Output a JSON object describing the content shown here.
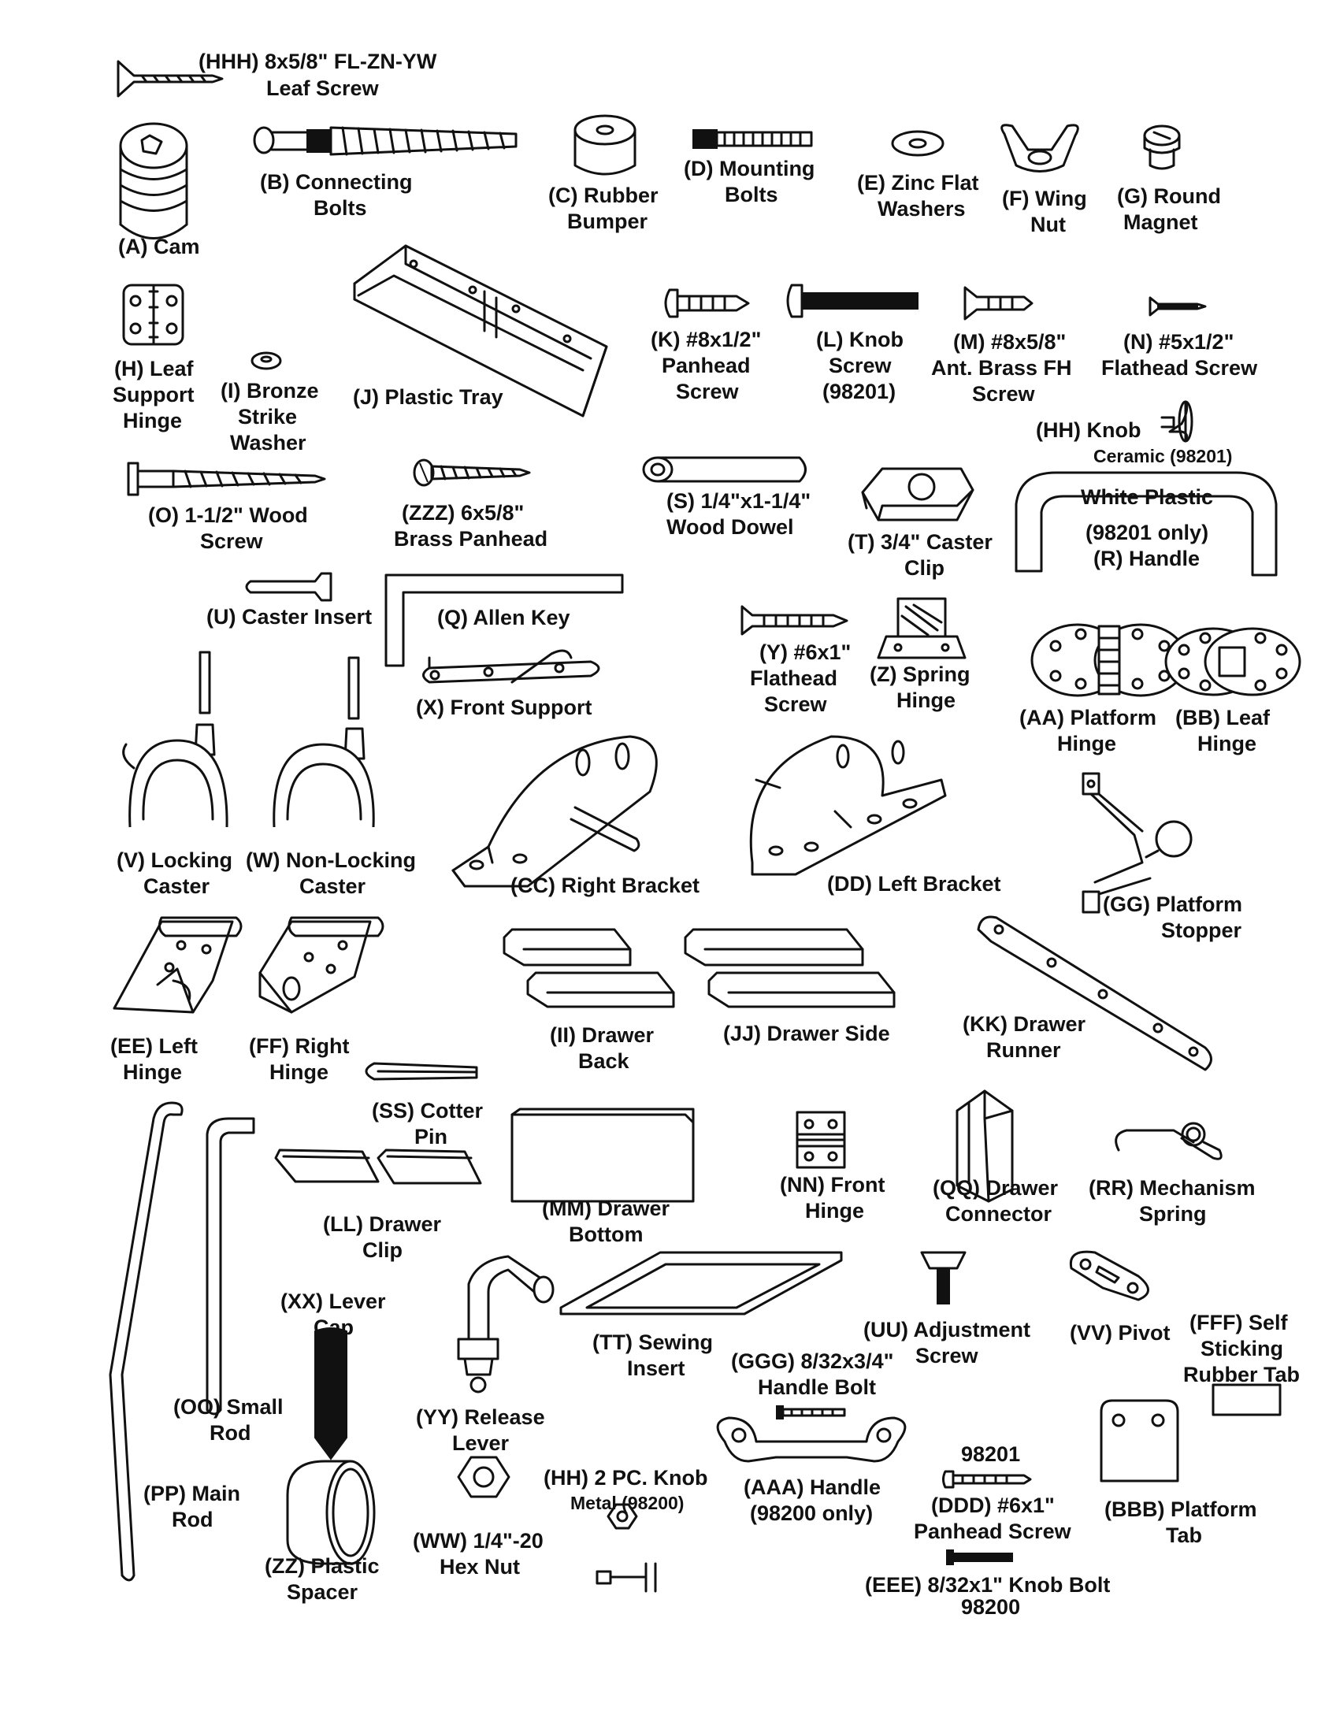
{
  "parts": {
    "HHH": {
      "text": "(HHH) 8x5/8\" FL-ZN-YW",
      "text2": "Leaf Screw",
      "icon": "flat-screw-icon"
    },
    "A": {
      "text": "(A) Cam",
      "icon": "cam-icon"
    },
    "B": {
      "text": "(B) Connecting",
      "text2": "Bolts",
      "icon": "connecting-bolt-icon"
    },
    "C": {
      "text": "(C) Rubber",
      "text2": "Bumper",
      "icon": "rubber-bumper-icon"
    },
    "D": {
      "text": "(D) Mounting",
      "text2": "Bolts",
      "icon": "mounting-bolt-icon"
    },
    "E": {
      "text": "(E) Zinc Flat",
      "text2": "Washers",
      "icon": "washer-icon"
    },
    "F": {
      "text": "(F) Wing",
      "text2": "Nut",
      "icon": "wing-nut-icon"
    },
    "G": {
      "text": "(G) Round",
      "text2": "Magnet",
      "icon": "magnet-icon"
    },
    "H": {
      "text": "(H) Leaf",
      "text2": "Support",
      "text3": "Hinge",
      "icon": "hinge-icon"
    },
    "I": {
      "text": "(I) Bronze",
      "text2": "Strike",
      "text3": "Washer",
      "icon": "washer-icon"
    },
    "J": {
      "text": "(J) Plastic Tray",
      "icon": "tray-icon"
    },
    "K": {
      "text": "(K) #8x1/2\"",
      "text2": "Panhead",
      "text3": "Screw",
      "icon": "pan-screw-icon"
    },
    "L": {
      "text": "(L) Knob",
      "text2": "Screw",
      "text3": "(98201)",
      "icon": "pan-screw-icon"
    },
    "M": {
      "text": "(M) #8x5/8\"",
      "text2": "Ant. Brass FH",
      "text3": "Screw",
      "icon": "flat-screw-icon"
    },
    "N": {
      "text": "(N) #5x1/2\"",
      "text2": "Flathead Screw",
      "icon": "flat-screw-icon"
    },
    "HH_ceramic": {
      "text": "(HH) Knob",
      "text2": "Ceramic (98201)",
      "icon": "knob-icon"
    },
    "O": {
      "text": "(O) 1-1/2\" Wood",
      "text2": "Screw",
      "icon": "wood-screw-icon"
    },
    "ZZZ": {
      "text": "(ZZZ) 6x5/8\"",
      "text2": "Brass Panhead",
      "icon": "pan-screw-icon"
    },
    "S": {
      "text": "(S) 1/4\"x1-1/4\"",
      "text2": "Wood Dowel",
      "icon": "dowel-icon"
    },
    "T": {
      "text": "(T) 3/4\" Caster",
      "text2": "Clip",
      "icon": "caster-clip-icon"
    },
    "R": {
      "text": "White Plastic",
      "text2": "(98201 only)",
      "text3": "(R) Handle",
      "icon": "handle-icon"
    },
    "U": {
      "text": "(U) Caster Insert",
      "icon": "caster-insert-icon"
    },
    "Q": {
      "text": "(Q) Allen Key",
      "icon": "allen-key-icon"
    },
    "X": {
      "text": "(X) Front Support",
      "icon": "front-support-icon"
    },
    "Y": {
      "text": "(Y) #6x1\"",
      "text2": "Flathead",
      "text3": "Screw",
      "icon": "flat-screw-icon"
    },
    "Z": {
      "text": "(Z) Spring",
      "text2": "Hinge",
      "icon": "spring-hinge-icon"
    },
    "AA": {
      "text": "(AA) Platform",
      "text2": "Hinge",
      "icon": "platform-hinge-icon"
    },
    "BB": {
      "text": "(BB) Leaf",
      "text2": "Hinge",
      "icon": "leaf-hinge-icon"
    },
    "V": {
      "text": "(V) Locking",
      "text2": "Caster",
      "icon": "caster-icon"
    },
    "W": {
      "text": "(W) Non-Locking",
      "text2": "Caster",
      "icon": "caster-icon"
    },
    "CC": {
      "text": "(CC) Right Bracket",
      "icon": "bracket-icon"
    },
    "DD": {
      "text": "(DD) Left Bracket",
      "icon": "bracket-icon"
    },
    "GG": {
      "text": "(GG) Platform",
      "text2": "Stopper",
      "icon": "stopper-icon"
    },
    "EE": {
      "text": "(EE) Left",
      "text2": "Hinge",
      "icon": "hinge-icon"
    },
    "FF": {
      "text": "(FF) Right",
      "text2": "Hinge",
      "icon": "hinge-icon"
    },
    "II": {
      "text": "(II) Drawer",
      "text2": "Back",
      "icon": "drawer-back-icon"
    },
    "JJ": {
      "text": "(JJ) Drawer Side",
      "icon": "drawer-side-icon"
    },
    "KK": {
      "text": "(KK) Drawer",
      "text2": "Runner",
      "icon": "runner-icon"
    },
    "SS": {
      "text": "(SS) Cotter",
      "text2": "Pin",
      "icon": "cotter-pin-icon"
    },
    "LL": {
      "text": "(LL) Drawer",
      "text2": "Clip",
      "icon": "drawer-clip-icon"
    },
    "MM": {
      "text": "(MM) Drawer",
      "text2": "Bottom",
      "icon": "drawer-bottom-icon"
    },
    "NN": {
      "text": "(NN) Front",
      "text2": "Hinge",
      "icon": "hinge-icon"
    },
    "QQ": {
      "text": "(QQ) Drawer",
      "text2": "Connector",
      "icon": "connector-icon"
    },
    "RR": {
      "text": "(RR) Mechanism",
      "text2": "Spring",
      "icon": "spring-icon"
    },
    "XX": {
      "text": "(XX) Lever",
      "text2": "Cap",
      "icon": "lever-cap-icon"
    },
    "OO": {
      "text": "(OO) Small",
      "text2": "Rod",
      "icon": "rod-icon"
    },
    "PP": {
      "text": "(PP) Main",
      "text2": "Rod",
      "icon": "rod-icon"
    },
    "YY": {
      "text": "(YY) Release",
      "text2": "Lever",
      "icon": "release-lever-icon"
    },
    "TT": {
      "text": "(TT) Sewing",
      "text2": "Insert",
      "icon": "sewing-insert-icon"
    },
    "UU": {
      "text": "(UU) Adjustment",
      "text2": "Screw",
      "icon": "adjustment-screw-icon"
    },
    "VV": {
      "text": "(VV) Pivot",
      "icon": "pivot-icon"
    },
    "FFF": {
      "text": "(FFF) Self",
      "text2": "Sticking",
      "text3": "Rubber Tab",
      "icon": "rubber-tab-icon"
    },
    "GGG": {
      "text": "(GGG) 8/32x3/4\"",
      "text2": "Handle Bolt",
      "icon": "bolt-icon"
    },
    "HH_metal": {
      "text": "(HH) 2 PC. Knob",
      "text2": "Metal (98200)",
      "icon": "knob-icon"
    },
    "AAA": {
      "text": "(AAA) Handle",
      "text2": "(98200 only)",
      "icon": "handle-icon"
    },
    "DDD": {
      "text": "98201",
      "text2": "(DDD) #6x1\"",
      "text3": "Panhead Screw",
      "icon": "pan-screw-icon"
    },
    "EEE": {
      "text": "(EEE) 8/32x1\" Knob Bolt",
      "text2": "98200",
      "icon": "bolt-icon"
    },
    "BBB": {
      "text": "(BBB) Platform",
      "text2": "Tab",
      "icon": "platform-tab-icon"
    },
    "ZZ": {
      "text": "(ZZ) Plastic",
      "text2": "Spacer",
      "icon": "spacer-icon"
    },
    "WW": {
      "text": "(WW) 1/4\"-20",
      "text2": "Hex Nut",
      "icon": "hex-nut-icon"
    }
  }
}
